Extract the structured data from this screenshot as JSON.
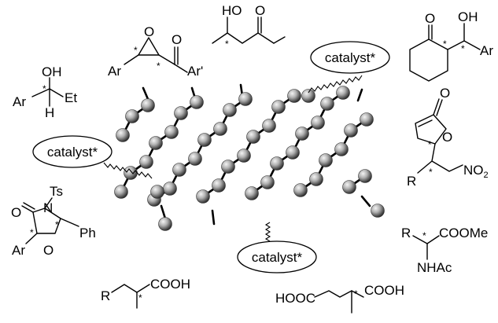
{
  "catalyst_labels": [
    "catalyst*",
    "catalyst*",
    "catalyst*"
  ],
  "molecules": {
    "hydroxy_ester": {
      "oh": "HO",
      "star": "*",
      "carbonyl_o": "O"
    },
    "chalcone_epoxide": {
      "ar": "Ar",
      "ar_prime": "Ar'",
      "o_ring": "O",
      "o_carbonyl": "O",
      "star1": "*",
      "star2": "*"
    },
    "aldol_ketone": {
      "o_ketone": "O",
      "oh": "OH",
      "ar": "Ar",
      "star1": "*",
      "star2": "*"
    },
    "sec_alcohol": {
      "oh": "OH",
      "ar": "Ar",
      "et": "Et",
      "h": "H",
      "star": "*"
    },
    "butenolide": {
      "o_carbonyl": "O",
      "o_ring": "O",
      "r": "R",
      "no2": "NO",
      "no2_sub": "2",
      "star1": "*",
      "star2": "*"
    },
    "oxazolidinone": {
      "o": "O",
      "n": "N",
      "ts": "Ts",
      "ph": "Ph",
      "ar": "Ar",
      "o_ring": "O",
      "star1": "*",
      "star2": "*"
    },
    "amino_ester": {
      "r": "R",
      "cooMe": "COOMe",
      "nhac": "NHAc",
      "star": "*"
    },
    "acid_r": {
      "r": "R",
      "cooh": "COOH",
      "star": "*"
    },
    "diacid": {
      "hooc": "HOOC",
      "cooh": "COOH",
      "star": "*"
    }
  },
  "colors": {
    "ink": "#000000",
    "ball_light": "#f2f2f2",
    "ball_mid": "#a8a8a8",
    "ball_dark": "#2a2a2a"
  }
}
